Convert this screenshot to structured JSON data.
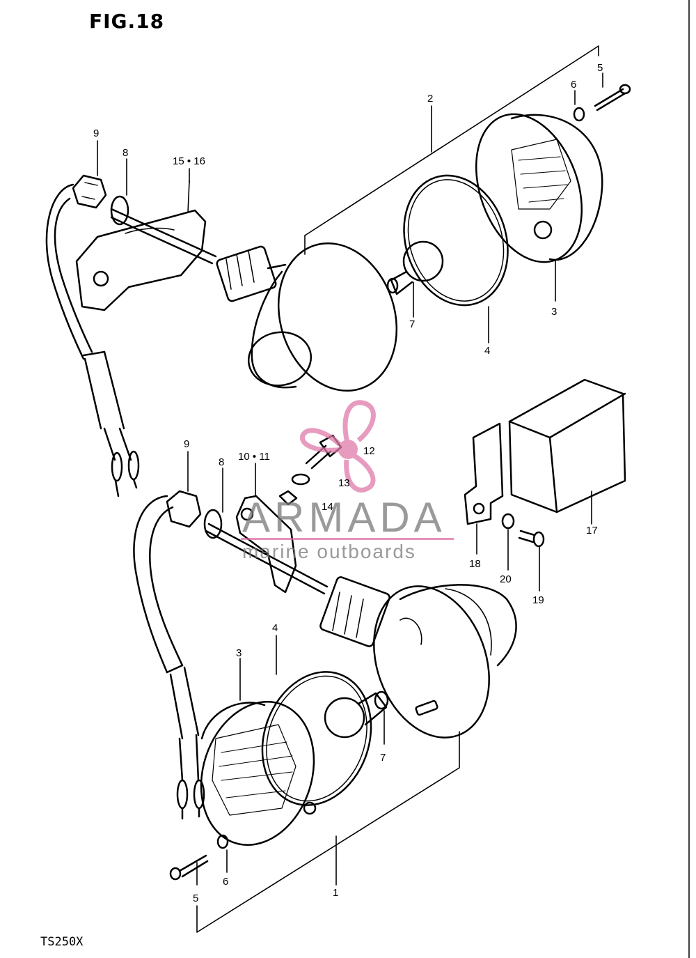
{
  "figure": {
    "title": "FIG.18",
    "model": "TS250X"
  },
  "watermark": {
    "brand": "ARMADA",
    "tagline": "marine outboards",
    "accent_color": "#e07aaa",
    "text_color": "#7a7a7a"
  },
  "callouts": [
    {
      "id": "2",
      "text": "2"
    },
    {
      "id": "5-top",
      "text": "5"
    },
    {
      "id": "6-top",
      "text": "6"
    },
    {
      "id": "9-top",
      "text": "9"
    },
    {
      "id": "8-top",
      "text": "8"
    },
    {
      "id": "15-16",
      "text": "15 • 16"
    },
    {
      "id": "3-top",
      "text": "3"
    },
    {
      "id": "7-top",
      "text": "7"
    },
    {
      "id": "4-top",
      "text": "4"
    },
    {
      "id": "12",
      "text": "12"
    },
    {
      "id": "13",
      "text": "13"
    },
    {
      "id": "14",
      "text": "14"
    },
    {
      "id": "9-bot",
      "text": "9"
    },
    {
      "id": "8-bot",
      "text": "8"
    },
    {
      "id": "10-11",
      "text": "10 • 11"
    },
    {
      "id": "17",
      "text": "17"
    },
    {
      "id": "18",
      "text": "18"
    },
    {
      "id": "20",
      "text": "20"
    },
    {
      "id": "19",
      "text": "19"
    },
    {
      "id": "4-bot",
      "text": "4"
    },
    {
      "id": "3-bot",
      "text": "3"
    },
    {
      "id": "7-bot",
      "text": "7"
    },
    {
      "id": "5-bot",
      "text": "5"
    },
    {
      "id": "6-bot",
      "text": "6"
    },
    {
      "id": "1",
      "text": "1"
    }
  ]
}
